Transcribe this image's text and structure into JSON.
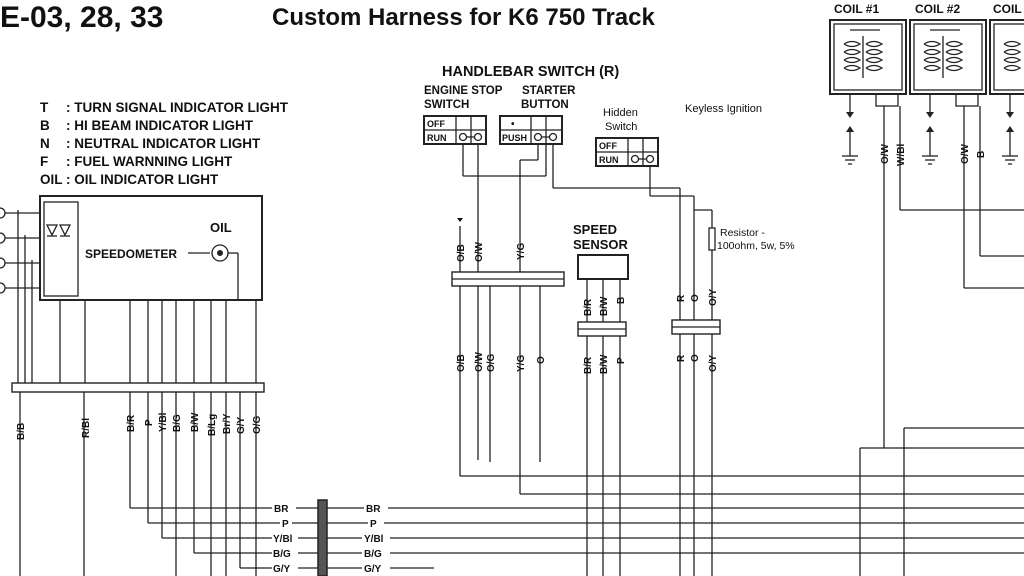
{
  "header": {
    "section": "E-03, 28, 33",
    "title": "Custom Harness for K6 750 Track"
  },
  "legend": [
    {
      "key": "T",
      "text": ": TURN SIGNAL INDICATOR LIGHT"
    },
    {
      "key": "B",
      "text": ": HI BEAM INDICATOR LIGHT"
    },
    {
      "key": "N",
      "text": ": NEUTRAL INDICATOR LIGHT"
    },
    {
      "key": "F",
      "text": ": FUEL WARNNING LIGHT"
    },
    {
      "key": "OIL",
      "text": ": OIL INDICATOR LIGHT"
    }
  ],
  "speedometer": {
    "label": "SPEEDOMETER",
    "oil_label": "OIL"
  },
  "handlebar_switch": {
    "title": "HANDLEBAR SWITCH (R)",
    "engine_stop": {
      "label_line1": "ENGINE STOP",
      "label_line2": "SWITCH",
      "row1": "OFF",
      "row2": "RUN"
    },
    "starter": {
      "label_line1": "STARTER",
      "label_line2": "BUTTON",
      "row1": "•",
      "row2": "PUSH"
    }
  },
  "hidden_switch": {
    "label_line1": "Hidden",
    "label_line2": "Switch",
    "row1": "OFF",
    "row2": "RUN"
  },
  "keyless_label": "Keyless Ignition",
  "resistor": {
    "line1": "Resistor -",
    "line2": "100ohm, 5w, 5%"
  },
  "speed_sensor": {
    "line1": "SPEED",
    "line2": "SENSOR"
  },
  "coils": [
    "COIL #1",
    "COIL #2",
    "COIL"
  ],
  "coil_wires": [
    "O/W",
    "W/Bl",
    "O/W",
    "B"
  ],
  "speedo_wires": [
    "B/B",
    "R/Bl",
    "B/R",
    "P",
    "Y/Bl",
    "B/G",
    "B/W",
    "B/Lg",
    "Br/Y",
    "G/Y",
    "O/G"
  ],
  "hb_upper_wires": [
    "O/B",
    "O/W",
    "Y/G"
  ],
  "hb_lower_wires": [
    "O/B",
    "O/W",
    "O/G",
    "Y/G",
    "O"
  ],
  "sensor_upper_wires": [
    "B/R",
    "B/W",
    "B"
  ],
  "sensor_lower_wires": [
    "B/R",
    "B/W",
    "P"
  ],
  "right_wires": [
    "R",
    "O",
    "O/Y"
  ],
  "connector_left": [
    "BR",
    "P",
    "Y/Bl",
    "B/G",
    "G/Y"
  ],
  "connector_right": [
    "BR",
    "P",
    "Y/Bl",
    "B/G",
    "G/Y"
  ]
}
